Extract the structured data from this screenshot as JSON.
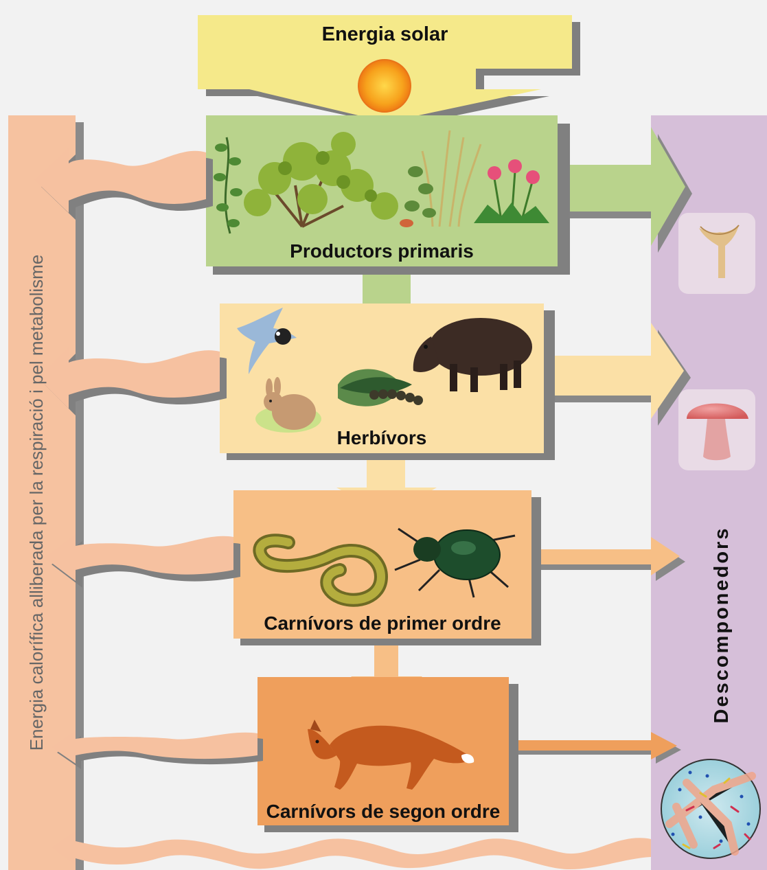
{
  "title": "Energia solar",
  "levels": [
    {
      "label": "Productors primaris",
      "color": "#b9d38c"
    },
    {
      "label": "Herbívors",
      "color": "#fbe0a6"
    },
    {
      "label": "Carnívors de primer ordre",
      "color": "#f7bf86"
    },
    {
      "label": "Carnívors de segon ordre",
      "color": "#ef9f5c"
    }
  ],
  "side_left_label": "Energia calorífica alliberada per la respiració i pel metabolisme",
  "side_right_label": "Descomponedors",
  "colors": {
    "sun_band": "#f5e889",
    "heat_band": "#f6c1a0",
    "decomposers_band": "#d8bfd8",
    "sun": "#f08a1e"
  },
  "icons": [
    "sun-icon",
    "plants-icon",
    "bird-icon",
    "rabbit-icon",
    "caterpillar-icon",
    "boar-icon",
    "snake-icon",
    "beetle-icon",
    "fox-icon",
    "fungus-icon",
    "mushroom-icon",
    "bacteria-icon"
  ]
}
